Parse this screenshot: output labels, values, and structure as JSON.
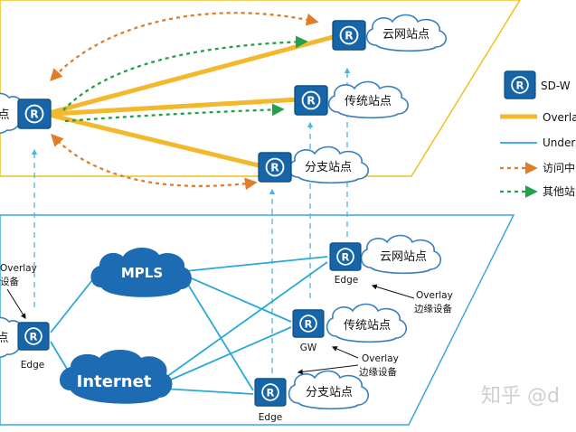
{
  "colors": {
    "router": "#1565a8",
    "cloud_fill": "#ffffff",
    "cloud_stroke": "#3a7fc1",
    "blue_cloud": "#1c6bb3",
    "overlay_line": "#f3b82b",
    "underlay_line": "#29a9d9",
    "access_center_arrow": "#e07d2a",
    "other_site_arrow": "#22a24a",
    "plane_top": "#f0c020",
    "plane_bottom": "#3aa7d9"
  },
  "top_plane": {
    "sites": {
      "cloud": "云网站点",
      "traditional": "传统站点",
      "branch": "分支站点",
      "left_partial": "点"
    }
  },
  "bottom_plane": {
    "networks": {
      "mpls": "MPLS",
      "internet": "Internet"
    },
    "sites": {
      "cloud": "云网站点",
      "traditional": "传统站点",
      "branch": "分支站点",
      "left_partial": "点"
    },
    "device_labels": {
      "edge_left": "Edge",
      "edge_cloud": "Edge",
      "gw": "GW",
      "edge_branch": "Edge"
    },
    "annotations": {
      "left_overlay": "Overlay",
      "left_device": "设备",
      "right_overlay_1": "Overlay",
      "right_device_1": "边缘设备",
      "right_overlay_2": "Overlay",
      "right_device_2": "边缘设备"
    }
  },
  "legend": {
    "items": [
      {
        "icon": "router-icon",
        "label": "SD-W"
      },
      {
        "icon": "overlay-line",
        "label": "Overla"
      },
      {
        "icon": "underlay-line",
        "label": "Under"
      },
      {
        "icon": "access-center-arrow",
        "label": "访问中"
      },
      {
        "icon": "other-site-arrow",
        "label": "其他站"
      }
    ]
  },
  "watermark": "知乎 @d"
}
